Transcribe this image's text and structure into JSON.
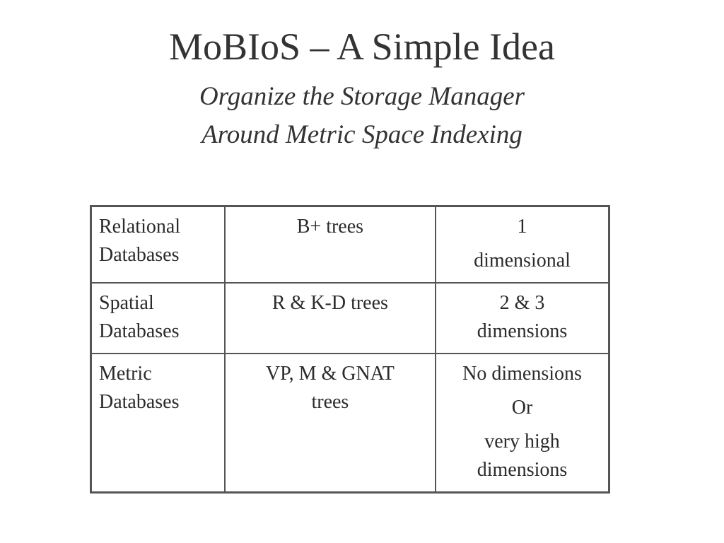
{
  "slide": {
    "title": "MoBIoS – A Simple Idea",
    "subtitle_lines": [
      "Organize the Storage Manager",
      "Around Metric Space Indexing"
    ]
  },
  "table": {
    "rows": [
      {
        "type_lines": [
          "Relational",
          "Databases"
        ],
        "index_lines": [
          "B+ trees"
        ],
        "dim_paras": [
          [
            "1"
          ],
          [
            "dimensional"
          ]
        ]
      },
      {
        "type_lines": [
          "Spatial",
          "Databases"
        ],
        "index_lines": [
          "R & K-D trees"
        ],
        "dim_paras": [
          [
            "2 & 3",
            "dimensions"
          ]
        ]
      },
      {
        "type_lines": [
          "Metric",
          "Databases"
        ],
        "index_lines": [
          "VP, M & GNAT",
          "trees"
        ],
        "dim_paras": [
          [
            "No dimensions"
          ],
          [
            "Or"
          ],
          [
            "very high",
            "dimensions"
          ]
        ]
      }
    ]
  }
}
